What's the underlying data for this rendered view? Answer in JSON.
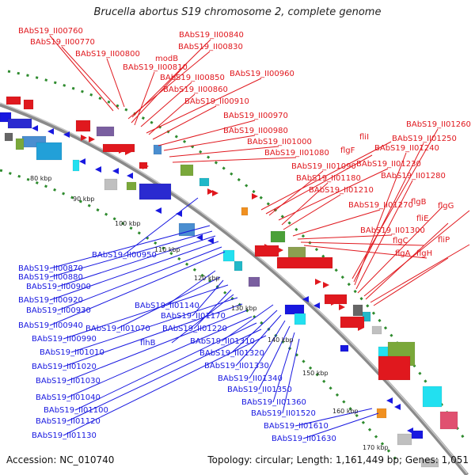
{
  "title": "Brucella abortus S19 chromosome 2, complete genome",
  "footer": {
    "accession": "Accession: NC_010740",
    "info": "Topology: circular; Length: 1,161,449 bp; Genes: 1,051"
  },
  "colors": {
    "forward": "#e0181e",
    "reverse": "#1818e0",
    "backbone": "#888888",
    "gc_dots": "#2e8b2e"
  },
  "ticks": [
    "80 kbp",
    "90 kbp",
    "100 kbp",
    "110 kbp",
    "120 kbp",
    "130 kbp",
    "140 kbp",
    "150 kbp",
    "160 kbp",
    "170 kbp"
  ],
  "forward_labels": [
    "BAbS19_II00760",
    "BAbS19_II00770",
    "BAbS19_II00800",
    "BAbS19_II00840",
    "BAbS19_II00830",
    "modB",
    "BAbS19_II00810",
    "BAbS19_II00850",
    "BAbS19_II00960",
    "BAbS19_II00860",
    "BAbS19_II00910",
    "BAbS19_II00970",
    "BAbS19_II00980",
    "BAbS19_II01000",
    "BAbS19_II01080",
    "fliI",
    "flgF",
    "BAbS19_II01260",
    "BAbS19_II01250",
    "BAbS19_II01240",
    "BAbS19_II01090",
    "BAbS19_II01230",
    "BAbS19_II01180",
    "BAbS19_II01280",
    "BAbS19_II01210",
    "BAbS19_II01270",
    "flgB",
    "flgG",
    "fliE",
    "BAbS19_II01300",
    "flgC",
    "fliP",
    "flgA",
    "flgH"
  ],
  "reverse_labels": [
    "BAbS19_II00950",
    "BAbS19_II00870",
    "BAbS19_II00880",
    "BAbS19_II00900",
    "BAbS19_II00920",
    "BAbS19_II00930",
    "BAbS19_II00940",
    "BAbS19_II01140",
    "BAbS19_II01070",
    "BAbS19_II01170",
    "BAbS19_II00990",
    "BAbS19_II01220",
    "BAbS19_II01010",
    "flhB",
    "BAbS19_II01310",
    "BAbS19_II01020",
    "BAbS19_II01320",
    "BAbS19_II01330",
    "BAbS19_II01030",
    "BAbS19_II01340",
    "BAbS19_II01350",
    "BAbS19_II01040",
    "BAbS19_II01360",
    "BAbS19_II01100",
    "BAbS19_II01520",
    "BAbS19_II01120",
    "BAbS19_II01610",
    "BAbS19_II01130",
    "BAbS19_II01630"
  ]
}
